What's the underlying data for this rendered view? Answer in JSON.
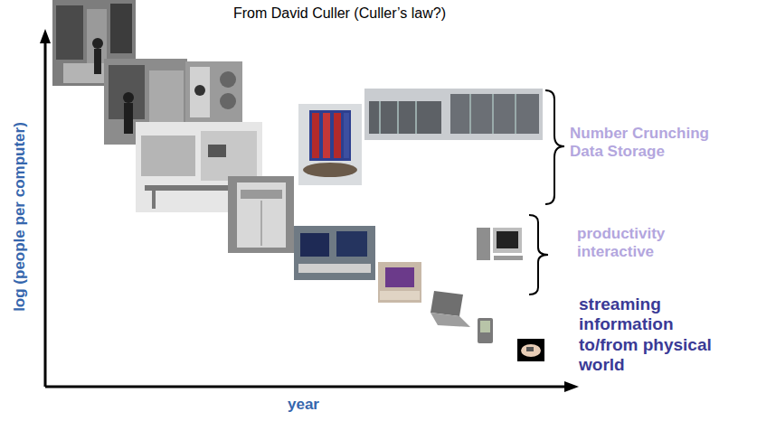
{
  "diagram": {
    "title": "From David Culler (Culler’s law?)",
    "labels": [
      "log (people per computer)",
      "year",
      "Number Crunching Data Storage",
      "productivity interactive",
      "streaming information to/from physical world"
    ]
  }
}
